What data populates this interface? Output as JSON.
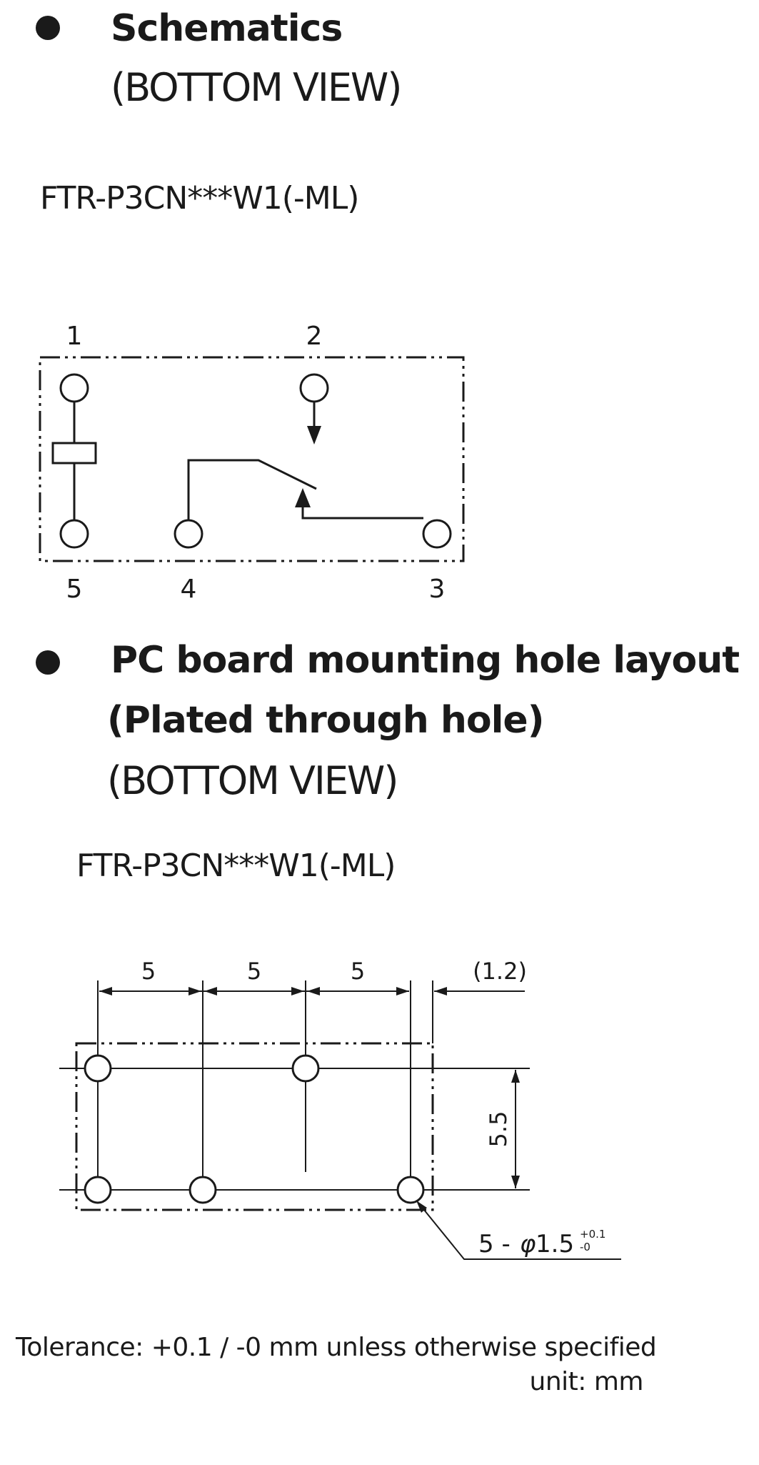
{
  "schematics": {
    "title": "Schematics",
    "view": "(BOTTOM VIEW)",
    "model": "FTR-P3CN***W1(-ML)",
    "pins": {
      "p1": "1",
      "p2": "2",
      "p3": "3",
      "p4": "4",
      "p5": "5"
    }
  },
  "mounting": {
    "title_line1": "PC board mounting hole layout",
    "title_line2": "(Plated through hole)",
    "view": "(BOTTOM VIEW)",
    "model": "FTR-P3CN***W1(-ML)",
    "dims": {
      "pitch1": "5",
      "pitch2": "5",
      "pitch3": "5",
      "offset": "(1.2)",
      "height": "5.5",
      "hole_prefix": "5 -",
      "hole_phi": "φ",
      "hole_size": "1.5",
      "tol_plus": "+0.1",
      "tol_minus": "-0"
    }
  },
  "footer": {
    "tolerance": "Tolerance: +0.1 / -0 mm unless otherwise specified",
    "unit": "unit: mm"
  }
}
